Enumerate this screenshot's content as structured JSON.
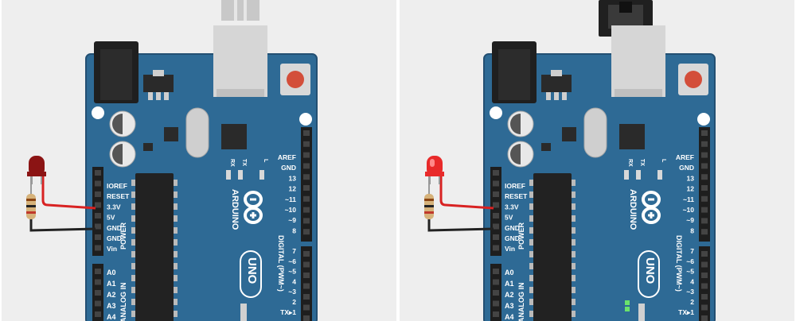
{
  "panels": [
    {
      "id": "off",
      "led_on": false,
      "led_color": "#8b1414",
      "usb_cable_color": "#c8c8c8",
      "status_led_on": false
    },
    {
      "id": "on",
      "led_on": true,
      "led_color": "#e82a2a",
      "usb_cable_color": "#202020",
      "status_led_on": true
    }
  ],
  "colors": {
    "board": "#2e6a95",
    "board_dark": "#234f72",
    "header": "#1e1e1e",
    "wire_red": "#d82222",
    "wire_black": "#222222",
    "reset_button": "#d34e3a",
    "status_led_green": "#6be36b"
  },
  "board": {
    "brand": "ARDUINO",
    "model": "UNO",
    "power_title": "POWER",
    "analog_title": "ANALOG IN",
    "digital_title": "DIGITAL (PWM~)",
    "power_pins": [
      "IOREF",
      "RESET",
      "3.3V",
      "5V",
      "GND",
      "GND",
      "Vin"
    ],
    "analog_pins": [
      "A0",
      "A1",
      "A2",
      "A3",
      "A4"
    ],
    "digital_pins": [
      "AREF",
      "GND",
      "13",
      "12",
      "~11",
      "~10",
      "~9",
      "8",
      "7",
      "~6",
      "~5",
      "4",
      "~3",
      "2",
      "TX▸1"
    ],
    "led_labels": [
      "RX",
      "TX",
      "L"
    ]
  }
}
